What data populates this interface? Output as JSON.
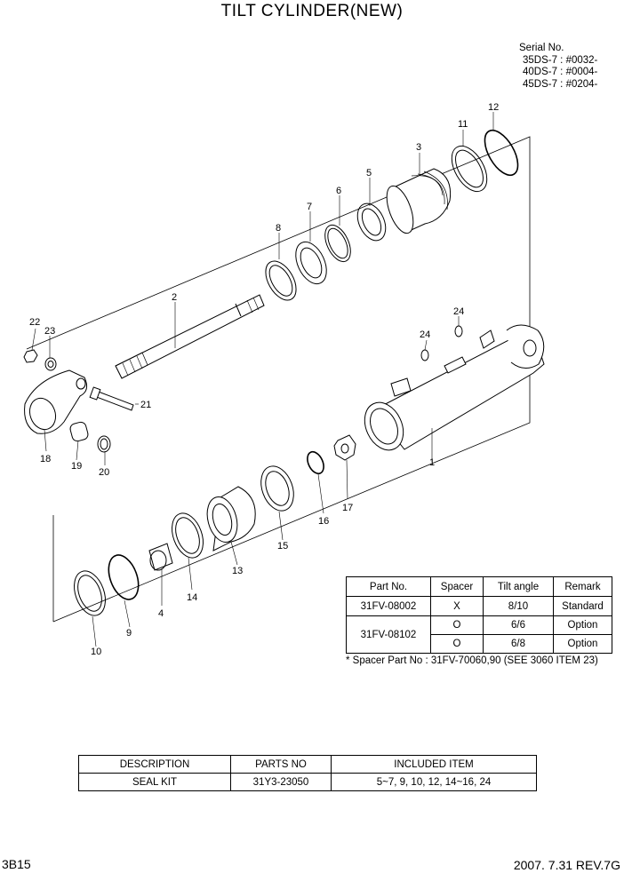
{
  "title": "TILT CYLINDER(NEW)",
  "serial": {
    "heading": "Serial No.",
    "lines": [
      "35DS-7 : #0032-",
      "40DS-7 : #0004-",
      "45DS-7 : #0204-"
    ]
  },
  "part_labels": [
    "1",
    "2",
    "3",
    "4",
    "5",
    "6",
    "7",
    "8",
    "9",
    "10",
    "11",
    "12",
    "13",
    "14",
    "15",
    "16",
    "17",
    "18",
    "19",
    "20",
    "21",
    "22",
    "23",
    "24",
    "24"
  ],
  "spacer_table": {
    "headers": [
      "Part No.",
      "Spacer",
      "Tilt angle",
      "Remark"
    ],
    "rows": [
      {
        "part_no": "31FV-08002",
        "spacer": "X",
        "tilt_angle": "8/10",
        "remark": "Standard"
      },
      {
        "part_no": "31FV-08102",
        "spacer": "O",
        "tilt_angle": "6/6",
        "remark": "Option"
      },
      {
        "part_no": "",
        "spacer": "O",
        "tilt_angle": "6/8",
        "remark": "Option"
      }
    ]
  },
  "spacer_note": "* Spacer Part No : 31FV-70060,90 (SEE 3060 ITEM 23)",
  "kit_table": {
    "headers": [
      "DESCRIPTION",
      "PARTS NO",
      "INCLUDED ITEM"
    ],
    "rows": [
      {
        "description": "SEAL KIT",
        "parts_no": "31Y3-23050",
        "included_item": "5~7, 9, 10, 12, 14~16, 24"
      }
    ]
  },
  "footer": {
    "page": "3B15",
    "revision": "2007. 7.31 REV.7G"
  }
}
